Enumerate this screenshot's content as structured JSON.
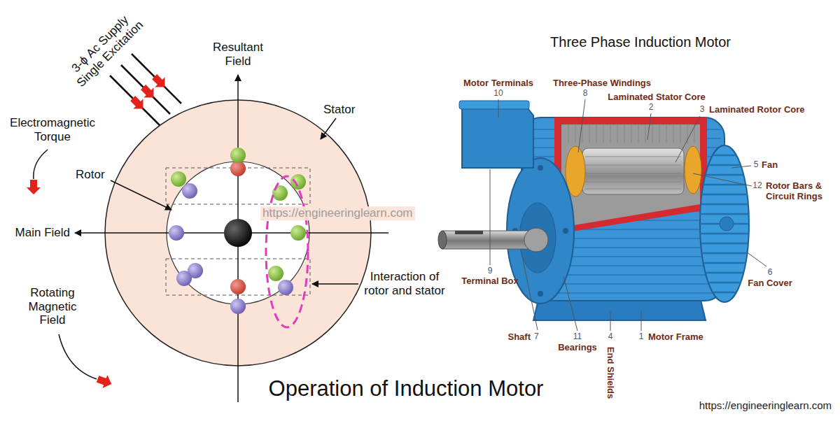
{
  "diagram": {
    "caption": "Operation of Induction Motor",
    "labels": [
      "3-ϕ Ac Supply Single Excitation",
      "Resultant Field",
      "Stator",
      "Electromagnetic Torque",
      "Rotor",
      "Main Field",
      "Rotating Magnetic Field",
      "Interaction of rotor and stator",
      "https://engineeringlearn.com",
      "Three Phase Induction Motor",
      "Motor Terminals",
      "10",
      "Three-Phase Windings",
      "8",
      "Laminated Stator Core",
      "2",
      "3",
      "Laminated Rotor Core",
      "5",
      "Fan",
      "12",
      "Rotor Bars & Circuit Rings",
      "6",
      "Fan Cover",
      "1",
      "Motor Frame",
      "4",
      "End Shields",
      "11",
      "Bearings",
      "Shaft",
      "7",
      "9",
      "Terminal Box",
      "https://engineeringlearn.com"
    ]
  }
}
